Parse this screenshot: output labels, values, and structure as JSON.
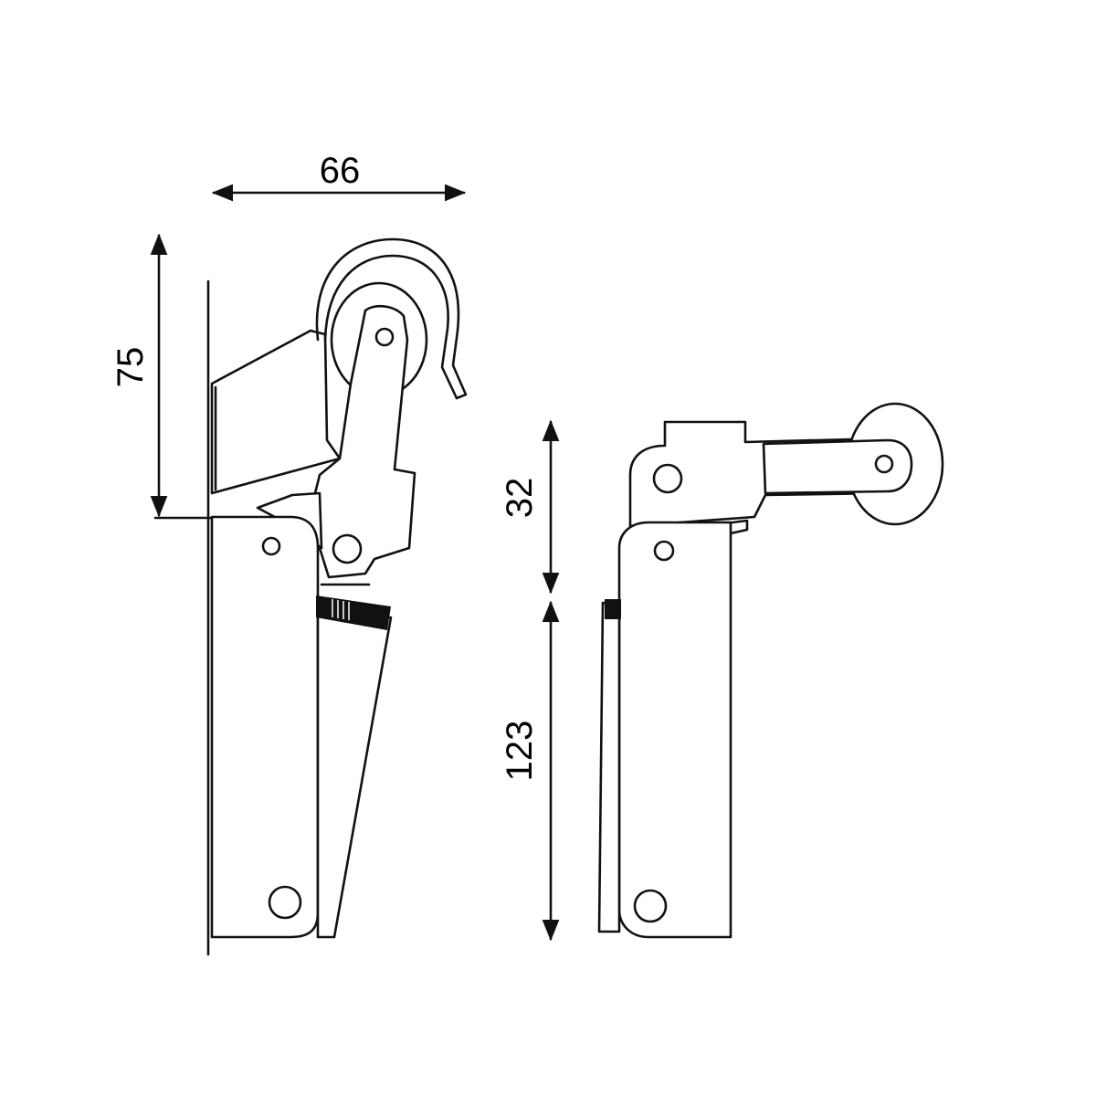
{
  "dimensions": {
    "width_top": "66",
    "height_upper_left": "75",
    "height_upper_right": "32",
    "height_lower_right": "123"
  },
  "colors": {
    "line": "#111111",
    "background": "#ffffff"
  }
}
